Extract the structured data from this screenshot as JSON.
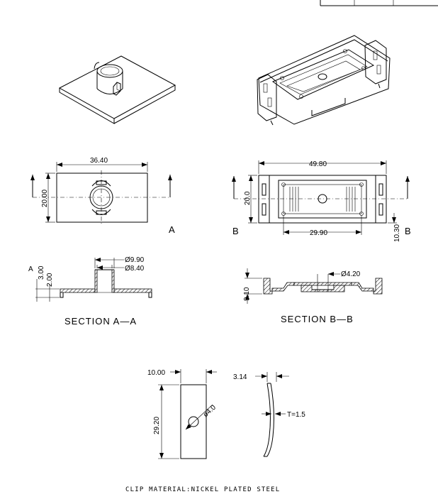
{
  "dimensions": {
    "top_width": "36.40",
    "top_height": "20.00",
    "bottom_width": "49.80",
    "bottom_height": "20.0",
    "bottom_inner_width": "29.90",
    "bottom_slot": "10.30",
    "sec_a_outer_dia": "Ø9.90",
    "sec_a_inner_dia": "Ø8.40",
    "sec_a_height": "3.00",
    "sec_a_thickness": "2.00",
    "sec_b_hole": "Ø4.20",
    "sec_b_height": "9.10",
    "clip_width": "10.00",
    "clip_height": "29.20",
    "clip_hole": "ø4.0",
    "clip_depth": "3.14",
    "clip_thickness": "T=1.5"
  },
  "section_markers": {
    "a": "A",
    "a_left": "A",
    "b_left": "B",
    "b_right": "B"
  },
  "section_titles": {
    "a": "SECTION A—A",
    "b": "SECTION B—B"
  },
  "material_note": "CLIP MATERIAL:NICKEL PLATED STEEL"
}
